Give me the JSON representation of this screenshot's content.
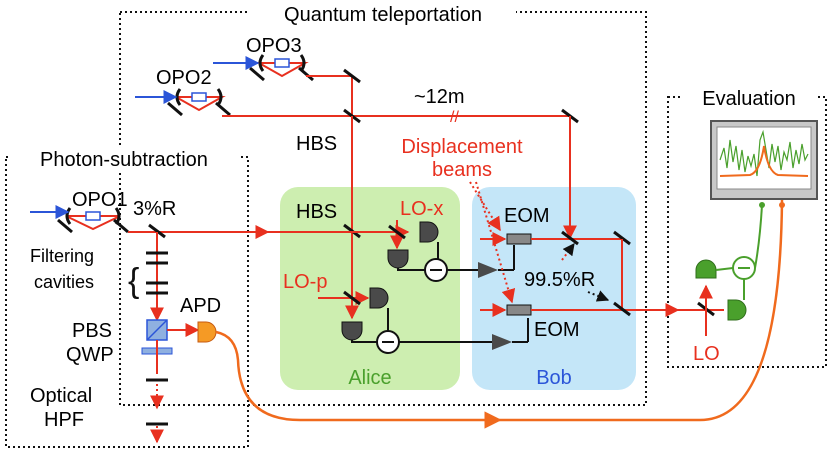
{
  "labels": {
    "quantum_teleportation": "Quantum teleportation",
    "photon_subtraction": "Photon-subtraction",
    "evaluation": "Evaluation",
    "opo1": "OPO1",
    "opo2": "OPO2",
    "opo3": "OPO3",
    "distance": "~12m",
    "hbs_top": "HBS",
    "hbs_alice": "HBS",
    "displacement_line1": "Displacement",
    "displacement_line2": "beams",
    "reflect_3": "3%R",
    "lo_x": "LO-x",
    "lo_p": "LO-p",
    "eom_top": "EOM",
    "eom_bottom": "EOM",
    "reflect_995": "99.5%R",
    "filtering_line1": "Filtering",
    "filtering_line2": "cavities",
    "filtering_brace": "{",
    "apd": "APD",
    "pbs": "PBS",
    "qwp": "QWP",
    "optical_line1": "Optical",
    "optical_line2": "HPF",
    "alice": "Alice",
    "bob": "Bob",
    "lo_eval": "LO"
  },
  "colors": {
    "beam": "#e8301f",
    "pump": "#2b55d8",
    "alice_bg": "#cdeeb0",
    "bob_bg": "#c4e6f8",
    "alice_text": "#4aa02c",
    "bob_text": "#2b55d8",
    "eval_trace_green": "#4aa02c",
    "eval_trace_orange": "#f06a1d",
    "apd_signal": "#f06a1d"
  },
  "icons": {
    "detector": "half-circle-photodiode",
    "subtractor": "circled-minus",
    "amplifier": "triangle-amplifier",
    "oscilloscope": "spectrum-analyzer-screen",
    "beam_splitter": "slanted-line-mirror",
    "pbs": "polarizing-beam-splitter-cube",
    "qwp": "quarter-wave-plate-bar"
  }
}
